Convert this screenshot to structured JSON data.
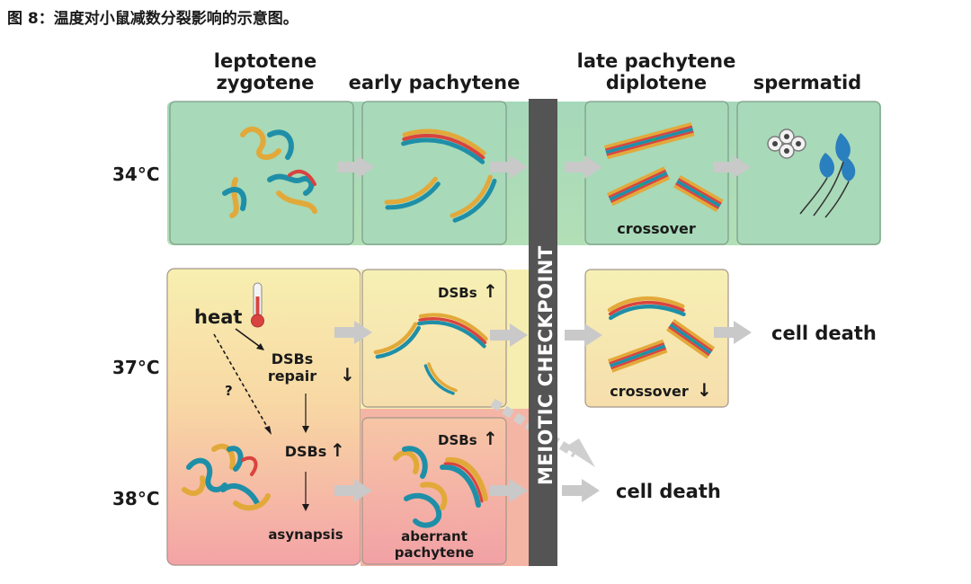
{
  "caption": "图 8：温度对小鼠减数分裂影响的示意图。",
  "headers": {
    "col1_line1": "leptotene",
    "col1_line2": "zygotene",
    "col2": "early pachytene",
    "col3_line1": "late pachytene",
    "col3_line2": "diplotene",
    "col4": "spermatid"
  },
  "rows": {
    "t34": "34°C",
    "t37": "37°C",
    "t38": "38°C"
  },
  "labels": {
    "crossover": "crossover",
    "crossover_down": "crossover",
    "heat": "heat",
    "dsbs_repair_1": "DSBs",
    "dsbs_repair_2": "repair",
    "question": "?",
    "dsbs_mid": "DSBs",
    "asynapsis": "asynapsis",
    "dsbs_37": "DSBs",
    "dsbs_38": "DSBs",
    "aberrant_1": "aberrant",
    "aberrant_2": "pachytene",
    "cell_death_37": "cell death",
    "cell_death_38": "cell death",
    "checkpoint": "MEIOTIC CHECKPOINT",
    "up_arrow": "↑",
    "down_arrow": "↓"
  },
  "colors": {
    "green_panel": "#a6d9b6",
    "yellow_panel": "#f7efb0",
    "pink_panel": "#f4a6a8",
    "checkpoint_bar": "#545454",
    "chrom_yellow": "#e2a93a",
    "chrom_blue": "#1f8fa8",
    "chrom_red": "#d9433f",
    "arrow_gray": "#c8c8c8"
  }
}
